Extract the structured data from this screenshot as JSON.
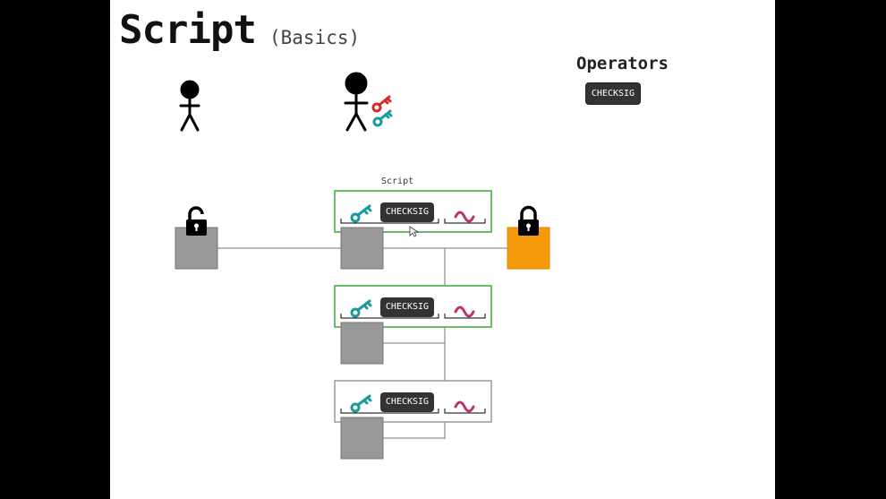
{
  "title": "Script",
  "subtitle": "(Basics)",
  "operators": {
    "heading": "Operators",
    "items": [
      "CHECKSIG"
    ]
  },
  "script": {
    "label": "Script",
    "rows": [
      {
        "op": "CHECKSIG",
        "active": true
      },
      {
        "op": "CHECKSIG",
        "active": true
      },
      {
        "op": "CHECKSIG",
        "active": false
      }
    ]
  },
  "colors": {
    "active_border": "#3aa63a",
    "inactive_border": "#999999",
    "key_teal": "#1a9a9a",
    "key_red": "#d42a2a",
    "signature": "#c0306a",
    "lock_box": "#f59a0a",
    "box_gray": "#999999"
  }
}
